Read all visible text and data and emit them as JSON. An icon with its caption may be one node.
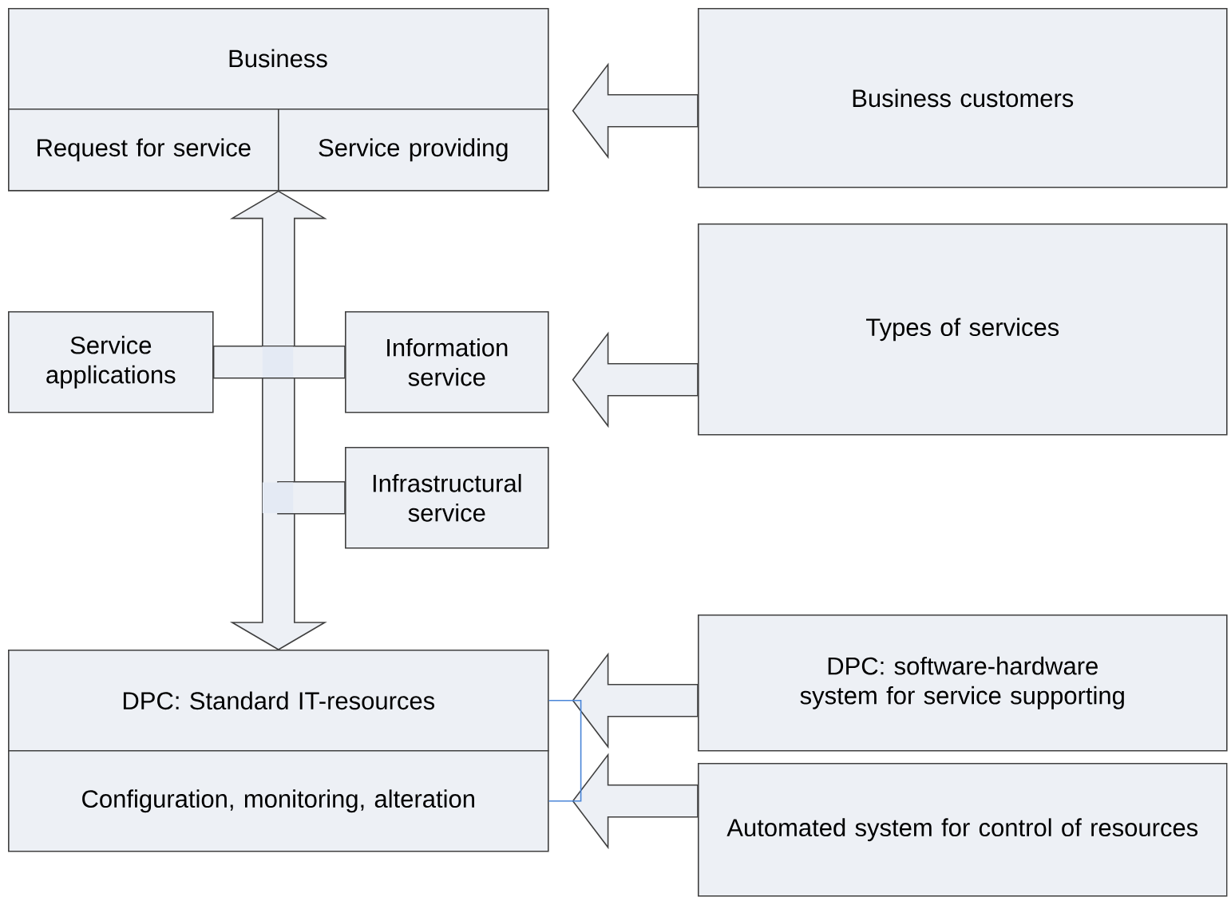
{
  "diagram": {
    "nodes": [
      {
        "text": [
          "Business"
        ]
      },
      {
        "text": [
          "Request for service"
        ],
        "in": 0
      },
      {
        "text": [
          "Service providing"
        ],
        "in": 0
      },
      {
        "text": [
          "Business customers"
        ]
      },
      {
        "text": [
          "Service applications"
        ]
      },
      {
        "text": [
          "Information service"
        ]
      },
      {
        "text": [
          "Types of services"
        ]
      },
      {
        "text": [
          "Infrastructural service"
        ]
      },
      {
        "text": [
          "DPC: Standard IT-resources"
        ]
      },
      {
        "text": [
          "Configuration, monitoring, alteration"
        ]
      },
      {
        "text": [
          "DPC: software-hardware system for service supporting"
        ]
      },
      {
        "text": [
          "Automated system for control of resources"
        ]
      }
    ],
    "edges": [
      {
        "from": 3,
        "to": 0,
        "arrow": "to"
      },
      {
        "from": 6,
        "to": 5,
        "arrow": "to"
      },
      {
        "from": 0,
        "to": 8,
        "arrow": "both"
      },
      {
        "from": 4,
        "to": 5,
        "arrow": "none"
      },
      {
        "from": 7,
        "to": null,
        "arrow": "none"
      },
      {
        "from": 10,
        "to": 8,
        "arrow": "to"
      },
      {
        "from": 11,
        "to": 9,
        "arrow": "to"
      },
      {
        "from": 8,
        "to": 9,
        "arrow": "none",
        "color": "#4a86d8"
      }
    ]
  }
}
